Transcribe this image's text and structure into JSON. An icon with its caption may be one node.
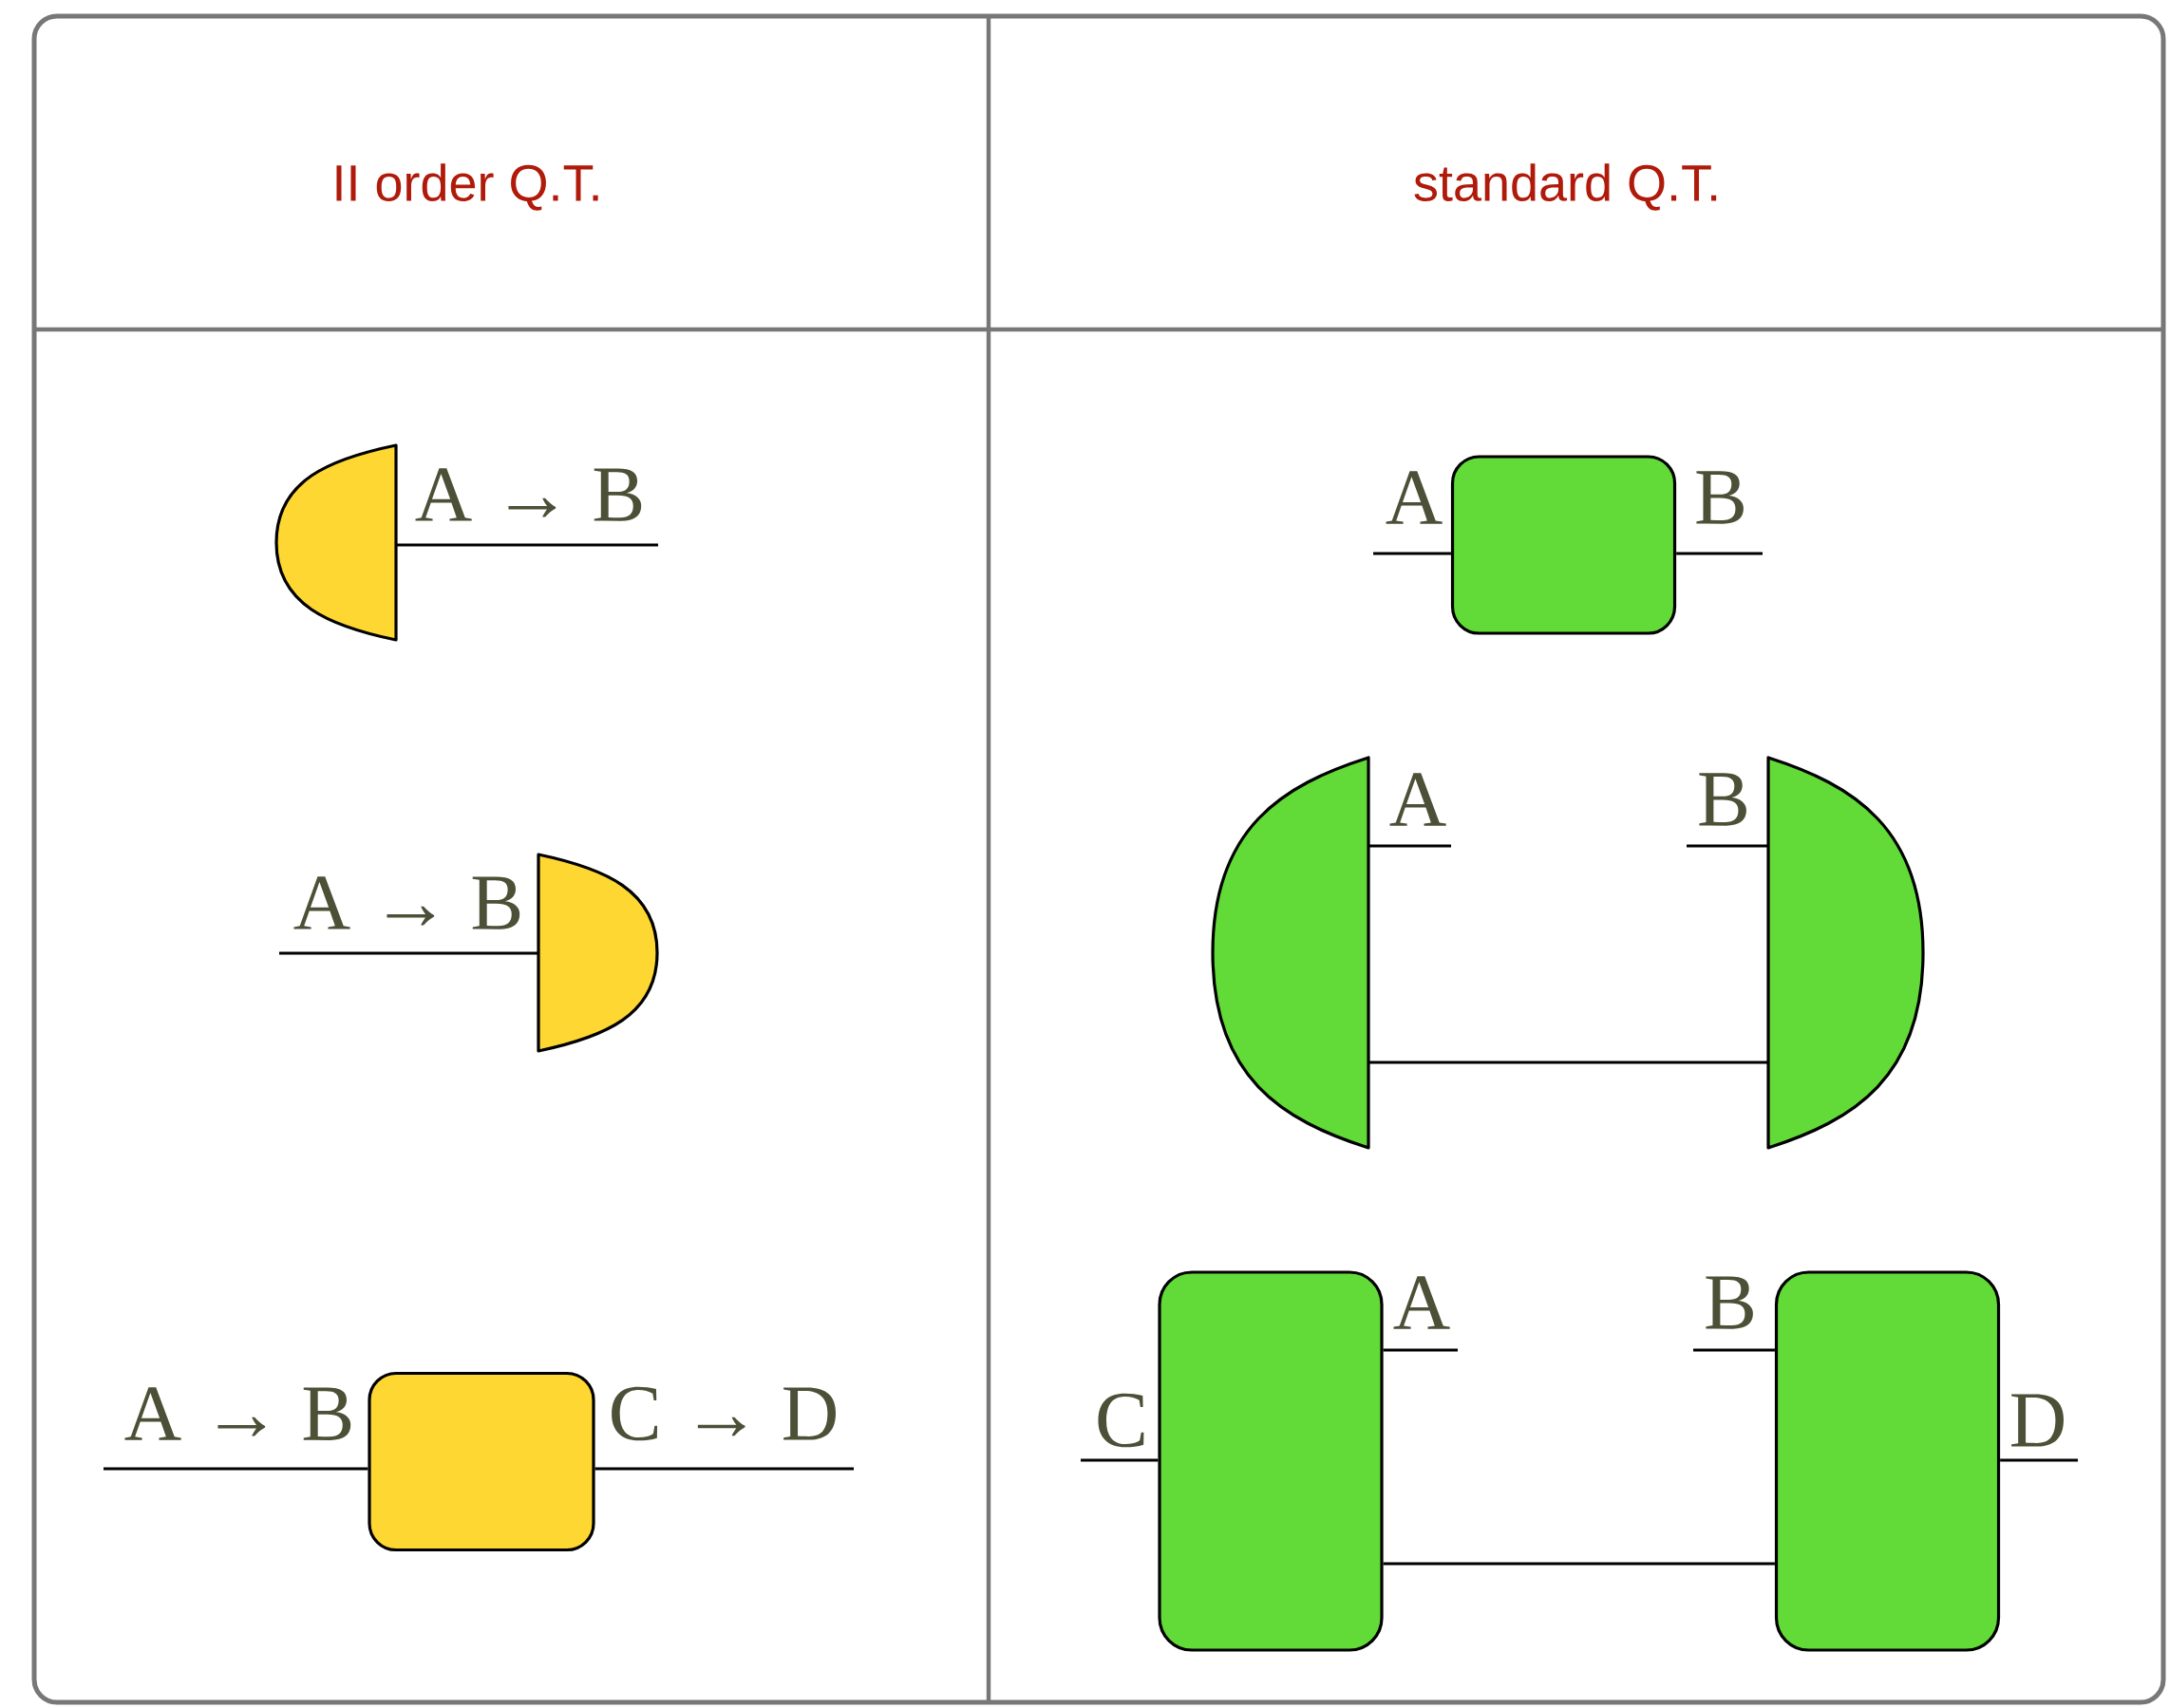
{
  "diagram": {
    "nodes": [
      {
        "text": [],
        "shape": "semicircle"
      },
      {
        "text": [],
        "shape": "semicircle"
      },
      {
        "text": [],
        "shape": "box"
      },
      {
        "text": [],
        "shape": "box"
      },
      {
        "text": [],
        "shape": "semicircle"
      },
      {
        "text": [],
        "shape": "semicircle"
      },
      {
        "text": [],
        "shape": "box"
      },
      {
        "text": [],
        "shape": "box"
      }
    ],
    "edges": [
      {
        "from": 0,
        "to": null,
        "arrow": "none",
        "label": "A → B"
      },
      {
        "from": 1,
        "to": null,
        "arrow": "none",
        "label": "A → B"
      },
      {
        "from": 2,
        "to": null,
        "arrow": "none",
        "label": "A → B"
      },
      {
        "from": 2,
        "to": null,
        "arrow": "none",
        "label": "C → D"
      },
      {
        "from": 3,
        "to": null,
        "arrow": "none",
        "label": "A"
      },
      {
        "from": 3,
        "to": null,
        "arrow": "none",
        "label": "B"
      },
      {
        "from": 4,
        "to": null,
        "arrow": "none",
        "label": "A"
      },
      {
        "from": 5,
        "to": null,
        "arrow": "none",
        "label": "B"
      },
      {
        "from": 4,
        "to": 5,
        "arrow": "none"
      },
      {
        "from": 6,
        "to": null,
        "arrow": "none",
        "label": "A"
      },
      {
        "from": 6,
        "to": null,
        "arrow": "none",
        "label": "C"
      },
      {
        "from": 7,
        "to": null,
        "arrow": "none",
        "label": "B"
      },
      {
        "from": 7,
        "to": null,
        "arrow": "none",
        "label": "D"
      },
      {
        "from": 6,
        "to": 7,
        "arrow": "none"
      }
    ],
    "labels": [
      "II order Q.T.",
      "standard Q.T."
    ]
  }
}
